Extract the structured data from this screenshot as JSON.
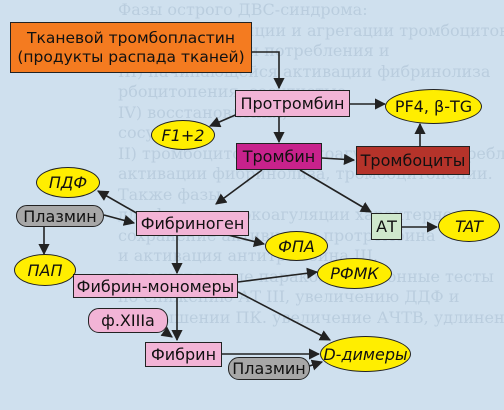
{
  "colors": {
    "background": "#cfe0ee",
    "orange_box": "#f47b20",
    "pink_box": "#f2b4d6",
    "magenta_box": "#c8228c",
    "dark_red_box": "#b5332a",
    "yellow_ellipse": "#ffee00",
    "gray_pill": "#a7a7a7",
    "green_box": "#cfe8cc",
    "arrow": "#222222"
  },
  "background_text": [
    "Фазы острого ДВС-синдрома:",
    "I) Гиперкоагуляции и агрегации тромбоцитов",
    "II) коагулопатии потребления и",
    "III) начинающейся активации фибринолиза",
    "рбоцитопения, сосудистые",
    "IV) восстановления;",
    "сосудов",
    "II) тромбоцитопении и коагулопатии потребления,",
    "активации фибринолиза, тромбоцитопении.",
    "Также фазы",
    "для фазы гиперкоагуляции характерно",
    "сохранение активности протромбина",
    "и активация антитромбина III,",
    "положительные паракоагуляционные тесты",
    "по снижению АТ III, увеличению ДДФ и",
    "в повышении ПК. увеличение АЧТВ, удлинение"
  ],
  "nodes": {
    "thromboplastin": "Тканевой тромбопластин\n(продукты распада тканей)",
    "prothrombin": "Протромбин",
    "pf4": "PF4, β-TG",
    "f12": "F1+2",
    "thrombin": "Тромбин",
    "platelets": "Тромбоциты",
    "pdf": "ПДФ",
    "plasmin1": "Плазмин",
    "fibrinogen": "Фибриноген",
    "at": "АТ",
    "tat": "TAT",
    "fpa": "ФПА",
    "pap": "ПАП",
    "fibrin_monomers": "Фибрин-мономеры",
    "rfmk": "РФМК",
    "f13a": "ф.XIIIa",
    "fibrin": "Фибрин",
    "d_dimers": "D-димеры",
    "plasmin2": "Плазмин"
  }
}
